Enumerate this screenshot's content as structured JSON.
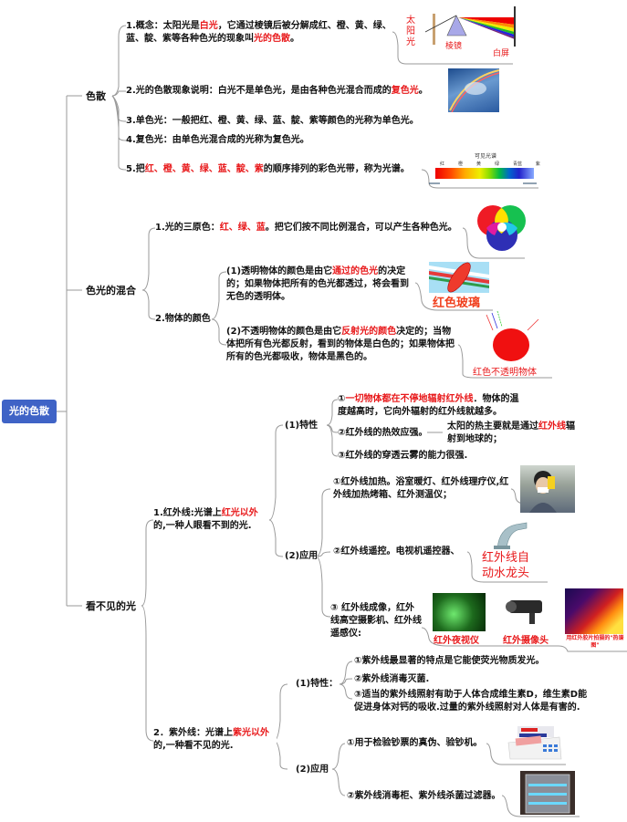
{
  "root": {
    "label": "光的色散"
  },
  "sections": [
    {
      "label": "色散",
      "items": [
        {
          "parts": [
            {
              "t": "1.概念：太阳光是"
            },
            {
              "t": "白光",
              "red": true
            },
            {
              "t": "，它通过棱镜后被分解成红、橙、黄、绿、蓝、靛、紫等各种色光的现象叫"
            },
            {
              "t": "光的色散",
              "red": true
            },
            {
              "t": "。"
            }
          ],
          "image": {
            "name": "prism-diagram",
            "labels": [
              "太",
              "阳",
              "光",
              "棱镜",
              "白屏"
            ]
          }
        },
        {
          "parts": [
            {
              "t": "2.光的色散现象说明：白光不是单色光，是由各种色光混合而成的"
            },
            {
              "t": "复色光",
              "red": true
            },
            {
              "t": "。"
            }
          ],
          "image": {
            "name": "rainbow-photo"
          }
        },
        {
          "parts": [
            {
              "t": "3.单色光：一般把红、橙、黄、绿、蓝、靛、紫等颜色的光称为单色光。"
            }
          ]
        },
        {
          "parts": [
            {
              "t": "4.复色光：由单色光混合成的光称为复色光。"
            }
          ]
        },
        {
          "parts": [
            {
              "t": "5.把"
            },
            {
              "t": "红、橙、黄、绿、蓝、靛、紫",
              "red": true
            },
            {
              "t": "的顺序排列的彩色光带，称为光谱。"
            }
          ],
          "image": {
            "name": "visible-spectrum",
            "title": "可见光谱",
            "labels": [
              "红",
              "橙",
              "黄",
              "绿",
              "青蓝",
              "紫"
            ]
          }
        }
      ]
    },
    {
      "label": "色光的混合",
      "items": [
        {
          "parts": [
            {
              "t": "1.光的三原色："
            },
            {
              "t": "红、绿、蓝",
              "red": true
            },
            {
              "t": "。把它们按不同比例混合，可以产生各种色光。"
            }
          ],
          "image": {
            "name": "rgb-circles"
          }
        },
        {
          "label": "2.物体的颜色",
          "children": [
            {
              "parts": [
                {
                  "t": "(1)透明物体的颜色是由它"
                },
                {
                  "t": "通过的色光",
                  "red": true
                },
                {
                  "t": "的决定的；如果物体把所有的色光都透过，将会看到无色的透明体。"
                }
              ],
              "image": {
                "name": "red-glass",
                "caption": "红色玻璃"
              }
            },
            {
              "parts": [
                {
                  "t": "(2)不透明物体的颜色是由它"
                },
                {
                  "t": "反射光的颜色",
                  "red": true
                },
                {
                  "t": "决定的；当物体把所有色光都反射，看到的物体是白色的；如果物体把所有的色光都吸收，物体是黑色的。"
                }
              ],
              "image": {
                "name": "red-opaque-object",
                "caption": "红色不透明物体"
              }
            }
          ]
        }
      ]
    },
    {
      "label": "看不见的光",
      "infrared": {
        "parts": [
          {
            "t": "1.红外线:光谱上"
          },
          {
            "t": "红光以外",
            "red": true
          },
          {
            "t": "的,一种人眼看不到的光."
          }
        ],
        "traits_label": "(1)特性",
        "traits": [
          {
            "parts": [
              {
                "t": "①"
              },
              {
                "t": "一切物体都在不停地辐射红外线",
                "red": true
              },
              {
                "t": "．物体的温度越高时，它向外辐射的红外线就越多。"
              }
            ]
          },
          {
            "parts": [
              {
                "t": "②红外线的热效应强。"
              }
            ],
            "note": [
              {
                "t": "太阳的热主要就是通过"
              },
              {
                "t": "红外线",
                "red": true
              },
              {
                "t": "辐射到地球的；"
              }
            ]
          },
          {
            "parts": [
              {
                "t": "③红外线的穿透云雾的能力很强."
              }
            ]
          }
        ],
        "apps_label": "(2)应用",
        "apps": [
          {
            "parts": [
              {
                "t": "①红外线加热。浴室暖灯、红外线理疗仪,红外线加热烤箱、红外测温仪；"
              }
            ],
            "image": {
              "name": "thermometer-photo"
            }
          },
          {
            "parts": [
              {
                "t": "②红外线遥控。电视机遥控器、"
              }
            ],
            "image": {
              "name": "auto-faucet",
              "caption": "红外线自动水龙头"
            }
          },
          {
            "parts": [
              {
                "t": "③ 红外线成像，红外线高空摄影机、红外线遥感仪:"
              }
            ],
            "images": [
              {
                "name": "night-vision",
                "caption": "红外夜视仪"
              },
              {
                "name": "ir-camera",
                "caption": "红外摄像头"
              },
              {
                "name": "thermal-hand",
                "caption": "用红外胶片拍摄的\"热谱图\""
              }
            ]
          }
        ]
      },
      "ultraviolet": {
        "parts": [
          {
            "t": "2．紫外线：光谱上"
          },
          {
            "t": "紫光以外",
            "red": true
          },
          {
            "t": "的,一种看不见的光."
          }
        ],
        "traits_label": "(1)特性：",
        "traits": [
          {
            "parts": [
              {
                "t": "①紫外线最显著的特点是它能使荧光物质发光。"
              }
            ]
          },
          {
            "parts": [
              {
                "t": "②紫外线消毒灭菌."
              }
            ]
          },
          {
            "parts": [
              {
                "t": "③适当的紫外线照射有助于人体合成维生素D，维生素D能促进身体对钙的吸收.过量的紫外线照射对人体是有害的."
              }
            ]
          }
        ],
        "apps_label": "(2)应用",
        "apps": [
          {
            "parts": [
              {
                "t": "①用于检验钞票的真伪、验钞机。"
              }
            ],
            "image": {
              "name": "money-detector"
            }
          },
          {
            "parts": [
              {
                "t": "②紫外线消毒柜、紫外线杀菌过滤器。"
              }
            ],
            "image": {
              "name": "uv-sterilizer"
            }
          }
        ]
      }
    }
  ]
}
